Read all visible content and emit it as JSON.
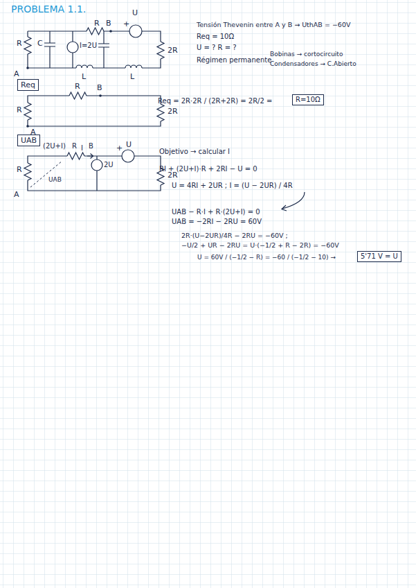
{
  "diagram": {
    "title": "PROBLEMA 1.1.",
    "nodes": [
      {
        "text": [
          "Req"
        ]
      },
      {
        "text": [
          "R=10Ω"
        ]
      },
      {
        "text": [
          "UAB"
        ]
      },
      {
        "text": [
          "5'71 V = U"
        ]
      }
    ],
    "labels": [
      "R",
      "B",
      "+",
      "U",
      "R",
      "C",
      "I=2U",
      "2R",
      "A",
      "L",
      "L",
      "Tensión Thevenin entre A y B → UthAB = −60V",
      "Req = 10Ω",
      "U = ? R = ?",
      "Régimen permanente",
      "Bobinas → cortocircuito",
      "Condensadores → C.Abierto",
      "R",
      "B",
      "R",
      "2R",
      "A",
      "Req = 2R·2R / (2R+2R) = 2R/2 =",
      "(2U+I)",
      "R",
      "I",
      "B",
      "+",
      "U",
      "R",
      "2U",
      "2R",
      "UAB",
      "A",
      "Objetivo → calcular I",
      "RI + (2U+I)·R + 2RI − U = 0",
      "U = 4RI + 2UR ; I = (U − 2UR) / 4R",
      "UAB − R·I + R·(2U+I) = 0",
      "UAB = −2RI − 2RU = 60V",
      "2R·(U−2UR)/4R − 2RU = −60V ;",
      "−U/2 + UR − 2RU = U·(−1/2 + R − 2R) = −60V",
      "U = 60V / (−1/2 − R) = −60 / (−1/2 − 10) →"
    ]
  }
}
